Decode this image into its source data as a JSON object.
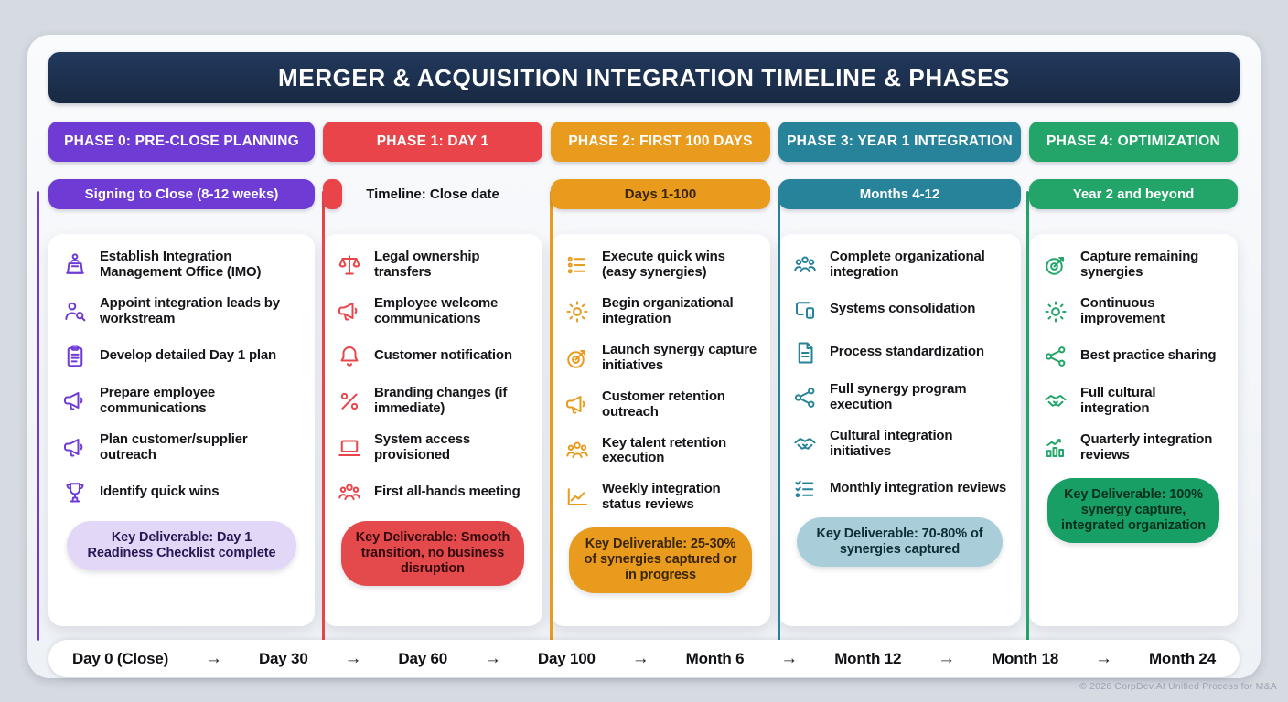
{
  "header": {
    "title": "MERGER & ACQUISITION INTEGRATION TIMELINE & PHASES"
  },
  "footer": {
    "text": "© 2026 CorpDev.AI Unified Process for M&A"
  },
  "timeline_bar": {
    "arrow": "→",
    "labels": [
      "Day 0 (Close)",
      "Day 30",
      "Day 60",
      "Day 100",
      "Month 6",
      "Month 12",
      "Month 18",
      "Month 24"
    ]
  },
  "phases": [
    {
      "header": "PHASE 0: PRE-CLOSE PLANNING",
      "color": "#6f3bd5",
      "timeline": "Signing to Close (8-12 weeks)",
      "timeline_variant": "pill",
      "timeline_text": "#ffffff",
      "items": [
        {
          "icon": "podium-icon",
          "label": "Establish Integration Management Office (IMO)"
        },
        {
          "icon": "person-search-icon",
          "label": "Appoint integration leads by workstream"
        },
        {
          "icon": "clipboard-icon",
          "label": "Develop detailed Day 1 plan"
        },
        {
          "icon": "megaphone-icon",
          "label": "Prepare employee communications"
        },
        {
          "icon": "megaphone-icon",
          "label": "Plan customer/supplier outreach"
        },
        {
          "icon": "trophy-icon",
          "label": "Identify quick wins"
        }
      ],
      "deliverable": "Key Deliverable: Day 1 Readiness Checklist complete",
      "deliverable_bg": "#e3d7f8",
      "deliverable_text": "#2a1653"
    },
    {
      "header": "PHASE 1: DAY 1",
      "color": "#e84449",
      "timeline": "Timeline: Close date",
      "timeline_variant": "tab",
      "timeline_text": "#101114",
      "items": [
        {
          "icon": "scales-icon",
          "label": "Legal ownership transfers"
        },
        {
          "icon": "megaphone-icon",
          "label": "Employee welcome communications"
        },
        {
          "icon": "bell-icon",
          "label": "Customer notification"
        },
        {
          "icon": "percent-brush-icon",
          "label": "Branding changes (if immediate)"
        },
        {
          "icon": "laptop-icon",
          "label": "System access provisioned"
        },
        {
          "icon": "people-icon",
          "label": "First all-hands meeting"
        }
      ],
      "deliverable": "Key Deliverable: Smooth transition, no business disruption",
      "deliverable_bg": "#e4494c",
      "deliverable_text": "#330a0e"
    },
    {
      "header": "PHASE 2: FIRST 100 DAYS",
      "color": "#e99b1e",
      "timeline": "Days 1-100",
      "timeline_variant": "pill",
      "timeline_text": "#3a2505",
      "items": [
        {
          "icon": "list-icon",
          "label": "Execute quick wins (easy synergies)"
        },
        {
          "icon": "gear-icon",
          "label": "Begin organizational integration"
        },
        {
          "icon": "target-icon",
          "label": "Launch synergy capture initiatives"
        },
        {
          "icon": "megaphone-icon",
          "label": "Customer retention outreach"
        },
        {
          "icon": "people-icon",
          "label": "Key talent retention execution"
        },
        {
          "icon": "chart-line-icon",
          "label": "Weekly integration status reviews"
        }
      ],
      "deliverable": "Key Deliverable: 25-30% of synergies captured or in progress",
      "deliverable_bg": "#e99b1e",
      "deliverable_text": "#3a2505"
    },
    {
      "header": "PHASE 3: YEAR 1 INTEGRATION",
      "color": "#27839a",
      "timeline": "Months 4-12",
      "timeline_variant": "pill",
      "timeline_text": "#ffffff",
      "items": [
        {
          "icon": "people-icon",
          "label": "Complete organizational integration"
        },
        {
          "icon": "devices-icon",
          "label": "Systems consolidation"
        },
        {
          "icon": "document-icon",
          "label": "Process standardization"
        },
        {
          "icon": "share-icon",
          "label": "Full synergy program execution"
        },
        {
          "icon": "handshake-icon",
          "label": "Cultural integration initiatives"
        },
        {
          "icon": "checklist-icon",
          "label": "Monthly integration reviews"
        }
      ],
      "deliverable": "Key Deliverable: 70-80% of synergies captured",
      "deliverable_bg": "#a9ceda",
      "deliverable_text": "#0d2d36"
    },
    {
      "header": "PHASE 4: OPTIMIZATION",
      "color": "#23a56a",
      "timeline": "Year 2 and beyond",
      "timeline_variant": "pill",
      "timeline_text": "#ffffff",
      "items": [
        {
          "icon": "target-icon",
          "label": "Capture remaining synergies"
        },
        {
          "icon": "gear-icon",
          "label": "Continuous improvement"
        },
        {
          "icon": "share-icon",
          "label": "Best practice sharing"
        },
        {
          "icon": "handshake-icon",
          "label": "Full cultural integration"
        },
        {
          "icon": "bar-chart-icon",
          "label": "Quarterly integration reviews"
        }
      ],
      "deliverable": "Key Deliverable: 100% synergy capture, integrated organization",
      "deliverable_bg": "#189f66",
      "deliverable_text": "#04301d"
    }
  ]
}
